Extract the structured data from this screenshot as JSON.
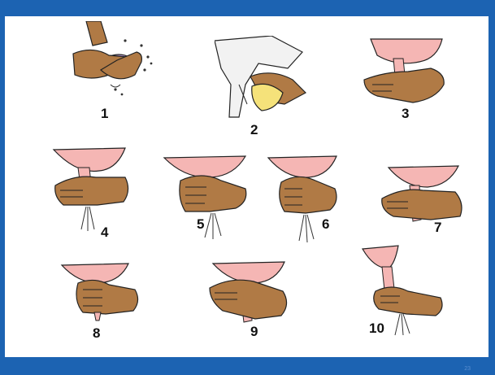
{
  "colors": {
    "frame": "#1c63b2",
    "udder": "#f5b6b4",
    "skin": "#b07a45",
    "outline": "#222222",
    "cloth": "#f5e27a",
    "animal": "#f2f2f2"
  },
  "steps": [
    {
      "label": "1",
      "icon": "washing-teat-icon"
    },
    {
      "label": "2",
      "icon": "drying-udder-icon"
    },
    {
      "label": "3",
      "icon": "grip-teat-icon"
    },
    {
      "label": "4",
      "icon": "squeeze-teat-icon"
    },
    {
      "label": "5",
      "icon": "squeeze-teat-icon"
    },
    {
      "label": "6",
      "icon": "squeeze-teat-icon"
    },
    {
      "label": "7",
      "icon": "release-teat-icon"
    },
    {
      "label": "8",
      "icon": "fist-grip-icon"
    },
    {
      "label": "9",
      "icon": "release-teat-icon"
    },
    {
      "label": "10",
      "icon": "strip-teat-icon"
    }
  ],
  "slide": {
    "page_number": "23"
  }
}
